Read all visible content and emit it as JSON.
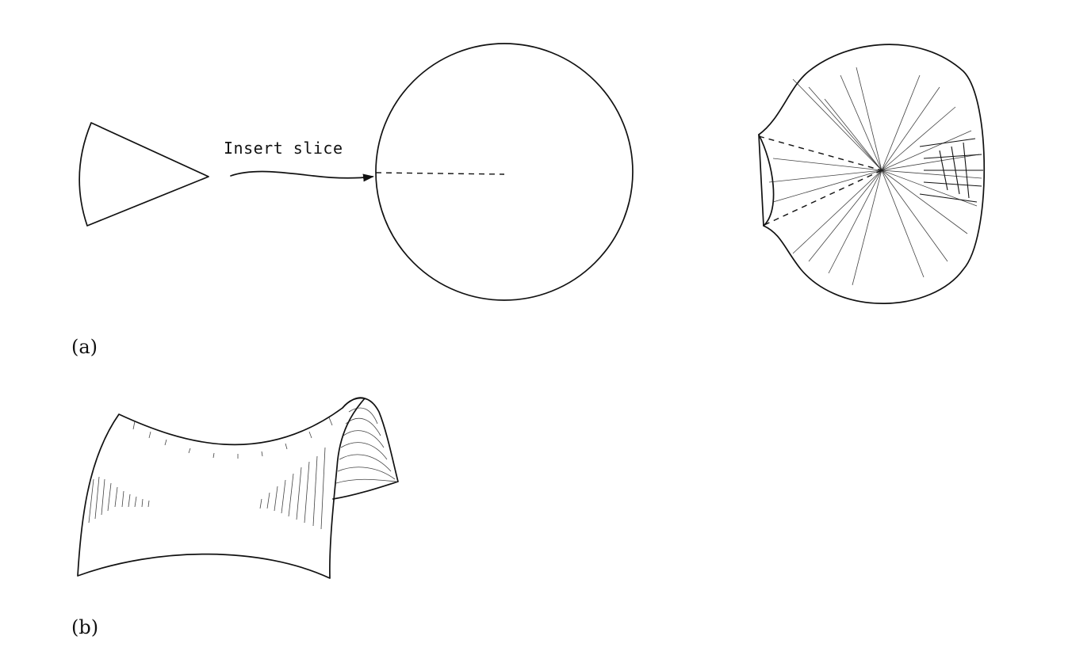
{
  "panels": {
    "a": {
      "label": "(a)",
      "annotation": "Insert slice"
    },
    "b": {
      "label": "(b)"
    }
  }
}
